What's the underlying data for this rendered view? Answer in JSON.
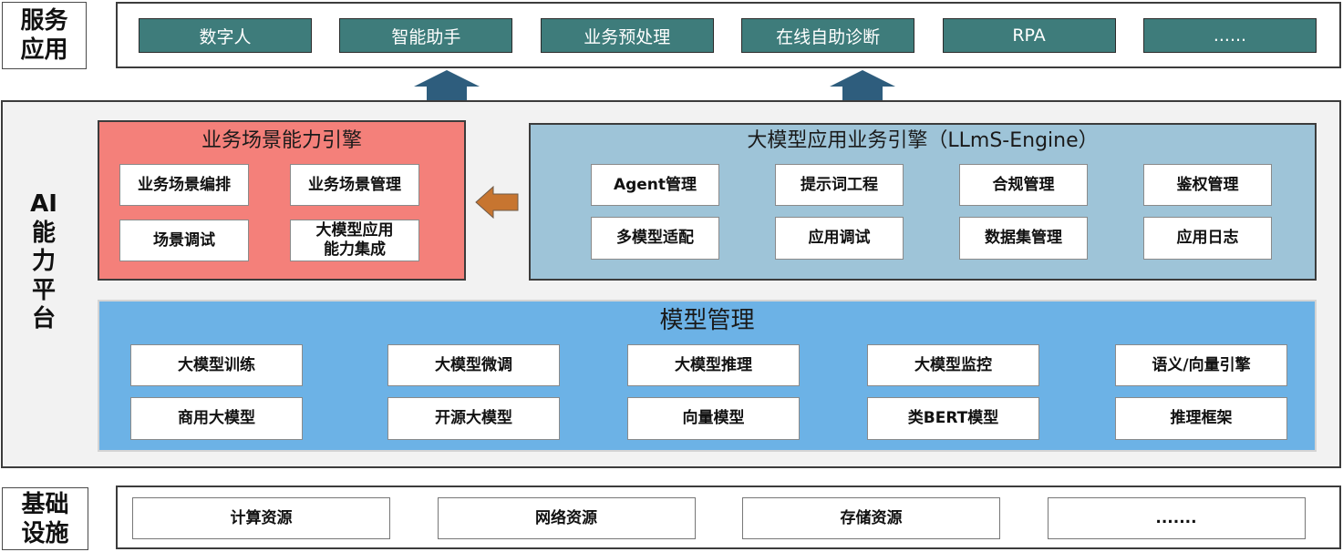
{
  "service_layer": {
    "label": [
      "服务",
      "应用"
    ],
    "items": [
      "数字人",
      "智能助手",
      "业务预处理",
      "在线自助诊断",
      "RPA",
      "......"
    ]
  },
  "ai_platform": {
    "label": [
      "AI",
      "能",
      "力",
      "平",
      "台"
    ],
    "scenario_engine": {
      "title": "业务场景能力引擎",
      "items": [
        [
          "业务场景编排"
        ],
        [
          "业务场景管理"
        ],
        [
          "场景调试"
        ],
        [
          "大模型应用",
          "能力集成"
        ]
      ]
    },
    "llm_engine": {
      "title": "大模型应用业务引擎（LLmS-Engine）",
      "items": [
        "Agent管理",
        "提示词工程",
        "合规管理",
        "鉴权管理",
        "多模型适配",
        "应用调试",
        "数据集管理",
        "应用日志"
      ]
    },
    "model_management": {
      "title": "模型管理",
      "items": [
        "大模型训练",
        "大模型微调",
        "大模型推理",
        "大模型监控",
        "语义/向量引擎",
        "商用大模型",
        "开源大模型",
        "向量模型",
        "类BERT模型",
        "推理框架"
      ]
    }
  },
  "infrastructure": {
    "label": [
      "基础",
      "设施"
    ],
    "items": [
      "计算资源",
      "网络资源",
      "存储资源",
      "......."
    ]
  },
  "colors": {
    "service_button": "#3e7c7b",
    "up_arrow": "#2e5d7d",
    "scenario_engine": "#f4807a",
    "flow_arrow": "#c77530",
    "llm_engine": "#9ec4d8",
    "model_management": "#6cb2e6",
    "platform_background": "#f2f2f2"
  }
}
